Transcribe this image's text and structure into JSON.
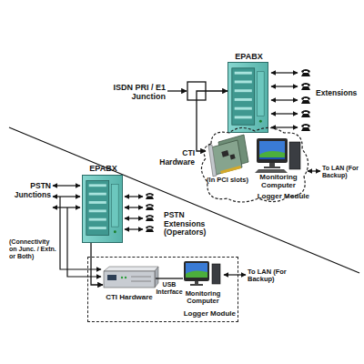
{
  "diagram": {
    "nodes": [
      {
        "text": [
          "EPABX"
        ]
      },
      {
        "text": [
          "Logger Module"
        ]
      },
      {
        "text": [
          "CTI Hardware",
          "(In PCI slots)"
        ],
        "in": 1
      },
      {
        "text": [
          "Monitoring Computer"
        ],
        "in": 1
      },
      {
        "text": [
          "EPABX"
        ]
      },
      {
        "text": [
          "Logger Module"
        ]
      },
      {
        "text": [
          "CTI Hardware"
        ],
        "in": 5
      },
      {
        "text": [
          "Monitoring Computer"
        ],
        "in": 5
      }
    ],
    "edges": [
      {
        "from": 0,
        "to": 2,
        "arrow": "both"
      },
      {
        "from": 4,
        "to": 6,
        "arrow": "to"
      },
      {
        "from": 6,
        "to": 7,
        "label": "USB Interface",
        "arrow": "none"
      }
    ],
    "labels": [
      "ISDN PRI / E1 Junction",
      "Extensions",
      "To LAN (For Backup)",
      "PSTN Junctions",
      "PSTN Extensions (Operators)",
      "(Connectivity on Junc. / Extn. or Both)",
      "To LAN (For Backup)"
    ]
  }
}
